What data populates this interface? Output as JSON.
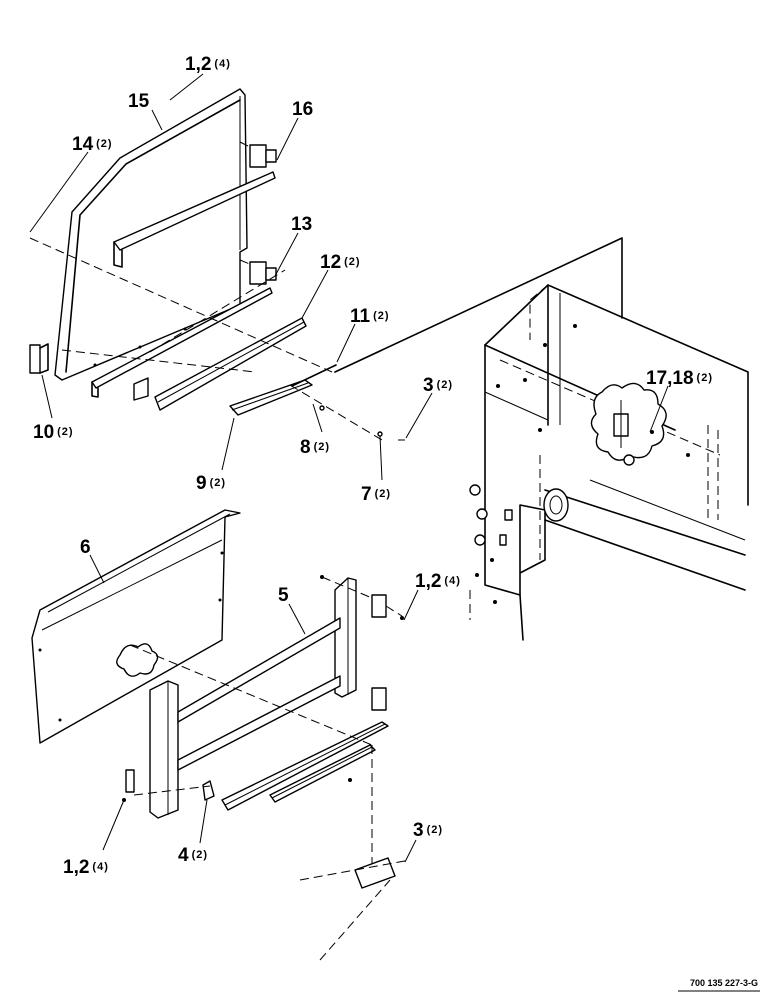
{
  "callouts": [
    {
      "id": "c1",
      "num": "1,2",
      "qty": "(4)"
    },
    {
      "id": "c15",
      "num": "15",
      "qty": ""
    },
    {
      "id": "c16",
      "num": "16",
      "qty": ""
    },
    {
      "id": "c14",
      "num": "14",
      "qty": "(2)"
    },
    {
      "id": "c13",
      "num": "13",
      "qty": ""
    },
    {
      "id": "c12",
      "num": "12",
      "qty": "(2)"
    },
    {
      "id": "c11",
      "num": "11",
      "qty": "(2)"
    },
    {
      "id": "c3a",
      "num": "3",
      "qty": "(2)"
    },
    {
      "id": "c1718",
      "num": "17,18",
      "qty": "(2)"
    },
    {
      "id": "c10",
      "num": "10",
      "qty": "(2)"
    },
    {
      "id": "c8",
      "num": "8",
      "qty": "(2)"
    },
    {
      "id": "c9",
      "num": "9",
      "qty": "(2)"
    },
    {
      "id": "c7",
      "num": "7",
      "qty": "(2)"
    },
    {
      "id": "c6",
      "num": "6",
      "qty": ""
    },
    {
      "id": "c5",
      "num": "5",
      "qty": ""
    },
    {
      "id": "c1b",
      "num": "1,2",
      "qty": "(4)"
    },
    {
      "id": "c1c",
      "num": "1,2",
      "qty": "(4)"
    },
    {
      "id": "c4",
      "num": "4",
      "qty": "(2)"
    },
    {
      "id": "c3b",
      "num": "3",
      "qty": "(2)"
    }
  ],
  "drawing_ref": "700 135 227-3-G"
}
